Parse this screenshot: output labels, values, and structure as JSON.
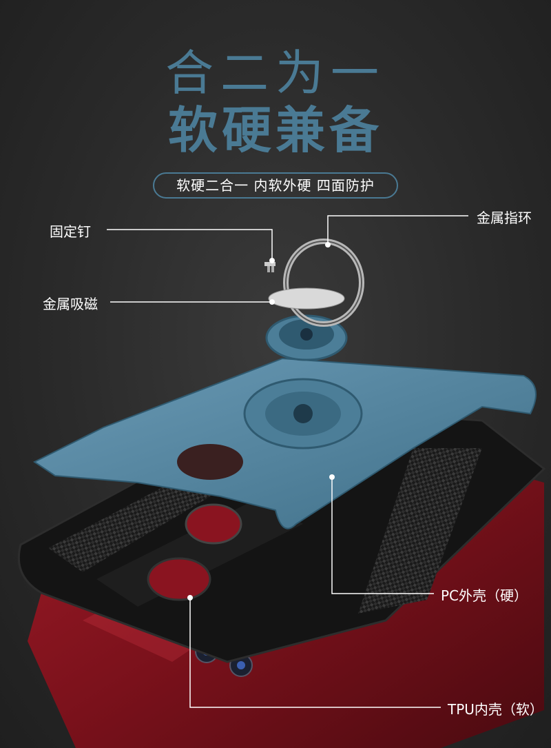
{
  "title": {
    "line1": "合二为一",
    "line2": "软硬兼备"
  },
  "subtitle": "软硬二合一 内软外硬 四面防护",
  "callouts": {
    "fixing_pin": "固定钉",
    "metal_magnet": "金属吸磁",
    "metal_ring": "金属指环",
    "pc_shell": "PC外壳（硬）",
    "tpu_shell": "TPU内壳（软）"
  },
  "colors": {
    "accent": "#4a7a94",
    "background": "#2a2a2a",
    "pc_shell": "#5b8ba6",
    "phone_body": "#8a1420"
  }
}
